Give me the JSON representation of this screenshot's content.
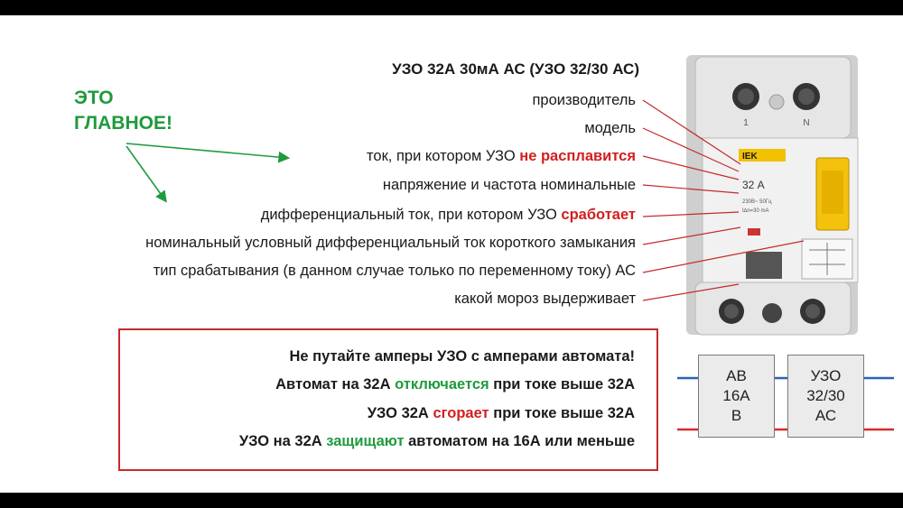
{
  "title": "УЗО 32А 30мА АС (УЗО 32/30 АС)",
  "main_note": {
    "line1": "ЭТО",
    "line2": "ГЛАВНОЕ!"
  },
  "labels": [
    {
      "text": "производитель"
    },
    {
      "text": "модель"
    },
    {
      "before": "ток, при котором УЗО ",
      "highlight": "не расплавится"
    },
    {
      "text": "напряжение и частота номинальные"
    },
    {
      "before": "дифференциальный ток, при котором УЗО ",
      "highlight": "сработает"
    },
    {
      "text": "номинальный условный дифференциальный ток короткого замыкания"
    },
    {
      "text": "тип срабатывания (в данном случае только по переменному току) АС"
    },
    {
      "text": "какой мороз выдерживает"
    }
  ],
  "warning": {
    "line1": "Не путайте амперы УЗО с амперами автомата!",
    "line2": {
      "a": "Автомат на 32А ",
      "b": "отключается",
      "c": " при токе выше 32А"
    },
    "line3": {
      "a": "УЗО 32А ",
      "b": "сгорает",
      "c": " при токе выше 32А"
    },
    "line4": {
      "a": "УЗО на 32А ",
      "b": "защищают",
      "c": " автоматом на 16А или меньше"
    }
  },
  "device": {
    "terminal_1": "1",
    "terminal_n": "N",
    "brand": "IEK",
    "rating": "32 А",
    "small_text": "230В~ 50Гц",
    "small_text2": "I∆n=30 mA"
  },
  "diagram": {
    "box1": [
      "АВ",
      "16А",
      "В"
    ],
    "box2": [
      "УЗО",
      "32/30",
      "АС"
    ]
  },
  "colors": {
    "red": "#d21f1f",
    "green": "#1f9a3c",
    "wire_blue": "#2b63b5",
    "wire_red": "#d62b2b"
  }
}
